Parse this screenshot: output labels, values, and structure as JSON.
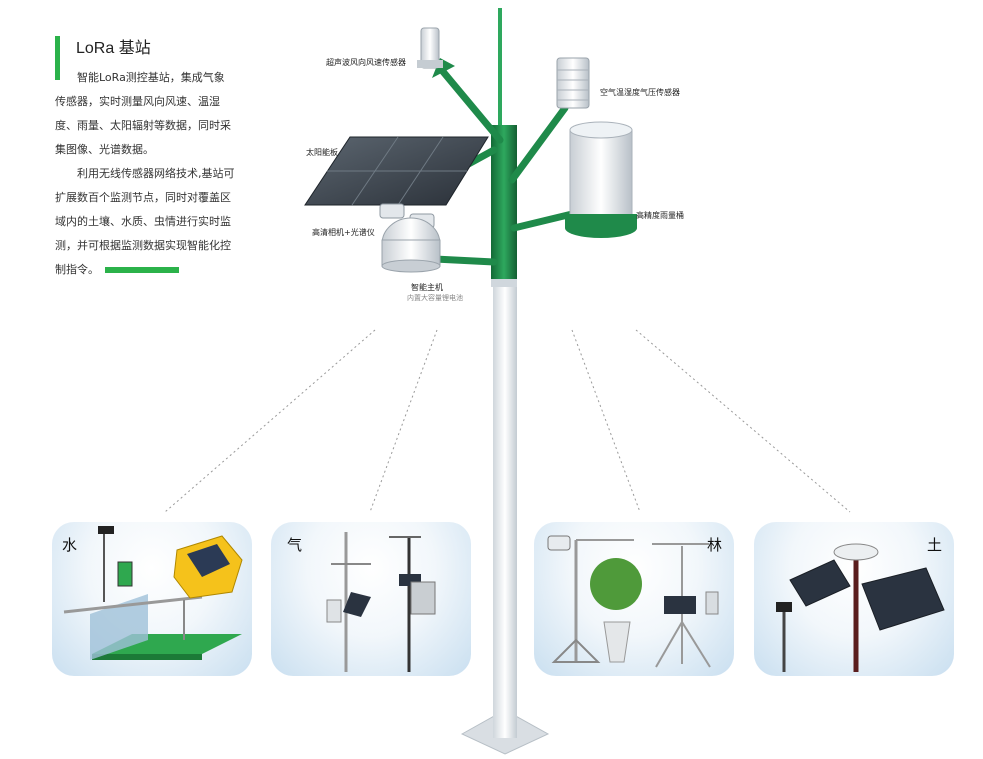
{
  "intro": {
    "title": "LoRa 基站",
    "para1": "智能LoRa测控基站，集成气象传感器，实时测量风向风速、温湿度、雨量、太阳辐射等数据，同时采集图像、光谱数据。",
    "para2": "利用无线传感器网络技术,基站可扩展数百个监测节点，同时对覆盖区域内的土壤、水质、虫情进行实时监测，并可根据监测数据实现智能化控制指令。"
  },
  "callouts": {
    "ultrasonic": "超声波风向风速传感器",
    "air": "空气温湿度气压传感器",
    "solar": "太阳能板",
    "rain": "高精度雨量桶",
    "camera": "高清相机+光谱仪",
    "host": "智能主机",
    "host_sub": "内置大容量锂电池"
  },
  "cards": [
    {
      "label": "水"
    },
    {
      "label": "气"
    },
    {
      "label": "林"
    },
    {
      "label": "土"
    }
  ],
  "colors": {
    "accent_green": "#2bb24a",
    "arm_green": "#1f8a4a",
    "pole": "#e9edf0"
  }
}
